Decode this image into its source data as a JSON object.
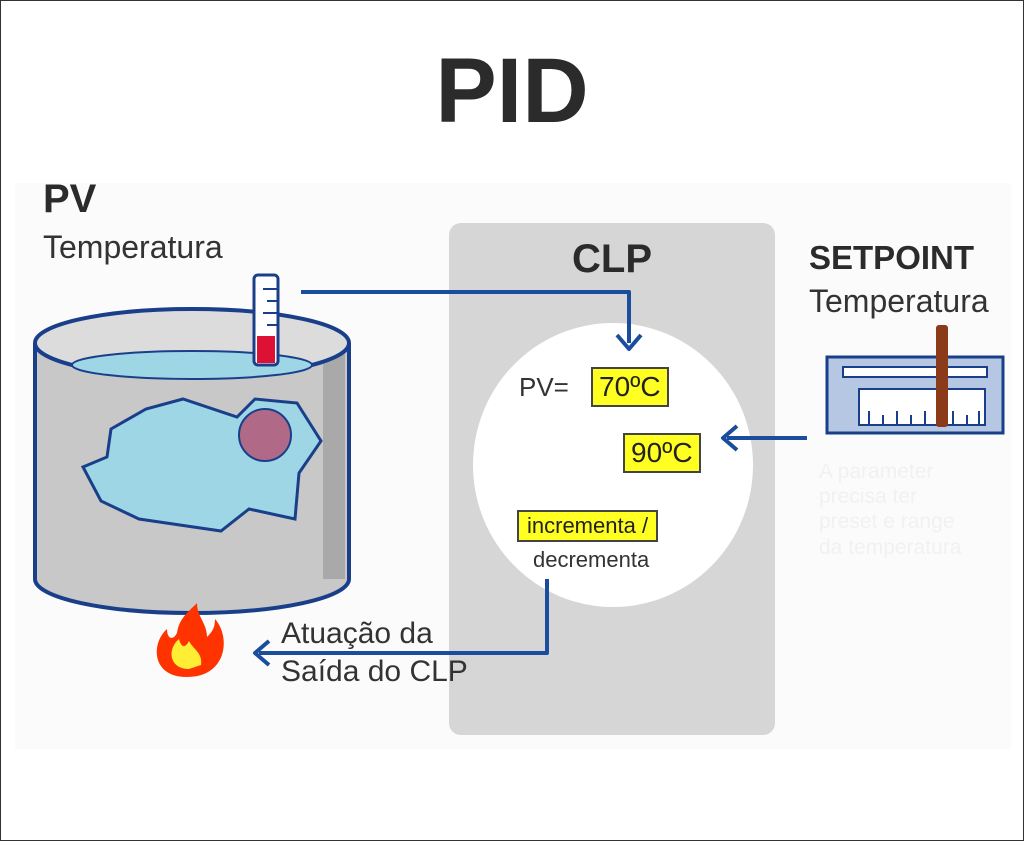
{
  "title": "PID",
  "process_variable": {
    "title": "PV",
    "subtitle": "Temperatura"
  },
  "controller": {
    "title": "CLP",
    "pv_label": "PV=",
    "pv_value": "70ºC",
    "setpoint_value": "90ºC",
    "action_line1": "incrementa /",
    "action_line2": "decrementa"
  },
  "setpoint": {
    "title": "SETPOINT",
    "subtitle": "Temperatura",
    "ghost_lines": [
      "A parameter",
      "precisa ter",
      "preset e range",
      "da temperatura"
    ]
  },
  "output": {
    "line1": "Atuação da",
    "line2": "Saída do CLP"
  },
  "colors": {
    "arrow": "#1a4e9c",
    "value_box": "#ffff22",
    "water": "#9fd6e6",
    "tank": "#c8c8c8",
    "thermometer_fill": "#dd1133",
    "flame": "#ff3300"
  }
}
